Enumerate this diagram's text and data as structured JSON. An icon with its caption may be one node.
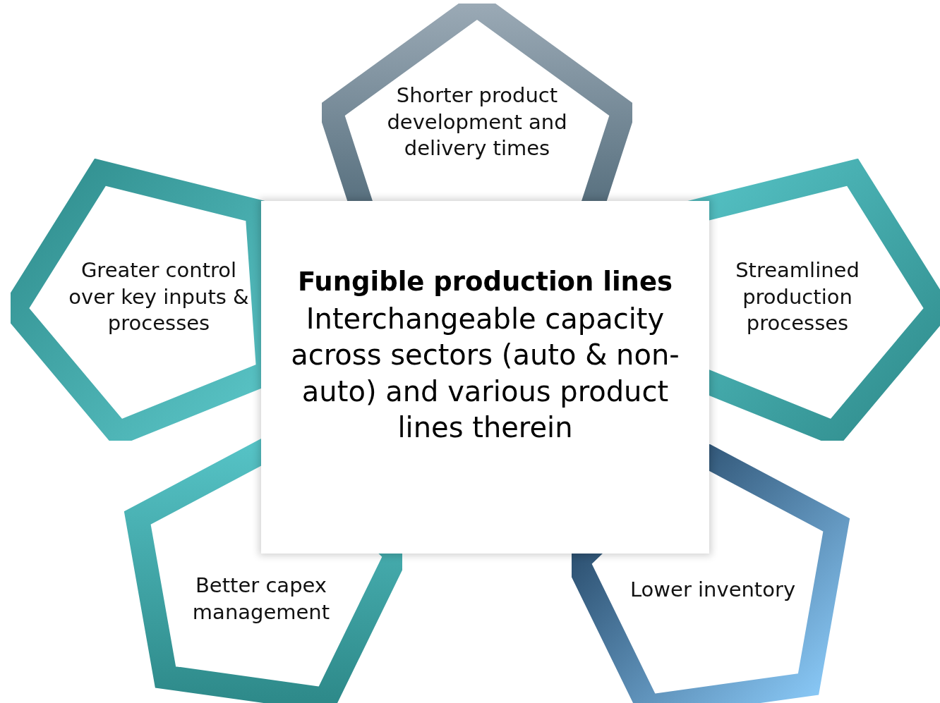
{
  "diagram": {
    "nodes": [
      {
        "text": [
          "Shorter product development and delivery times"
        ]
      },
      {
        "text": [
          "Greater control over key inputs & processes"
        ]
      },
      {
        "text": [
          "Fungible production lines",
          "Interchangeable capacity across sectors (auto & non-auto) and various product lines therein"
        ]
      },
      {
        "text": [
          "Streamlined production processes"
        ]
      },
      {
        "text": [
          "Better capex management"
        ]
      },
      {
        "text": [
          "Lower inventory"
        ]
      }
    ]
  }
}
